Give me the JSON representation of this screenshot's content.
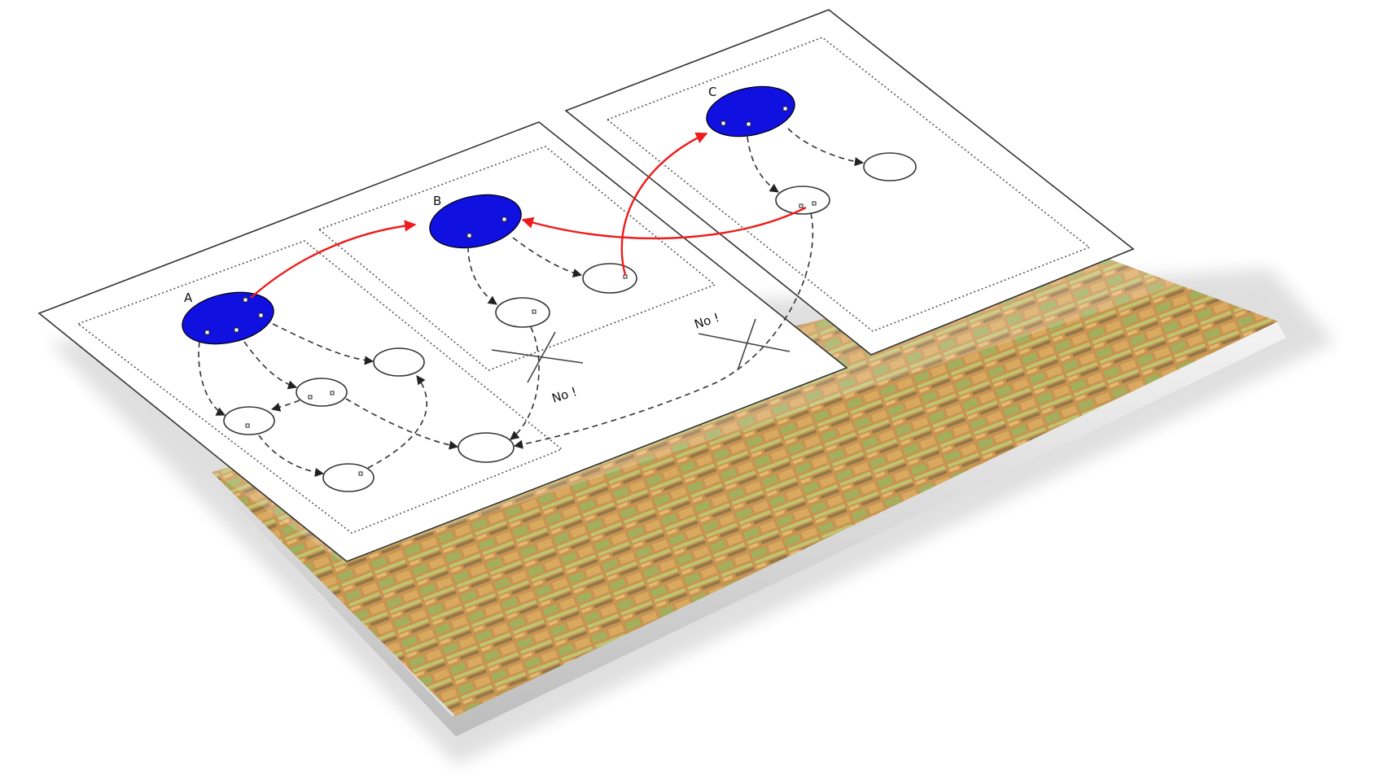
{
  "diagram": {
    "regions": [
      "A",
      "B",
      "C"
    ],
    "forbidden_labels": [
      "No !",
      "No !"
    ]
  },
  "colors": {
    "root": "#1010e0",
    "link": "#ee1c1c",
    "die_base": "#c58a3f",
    "die_accent": "#8fae4a"
  }
}
